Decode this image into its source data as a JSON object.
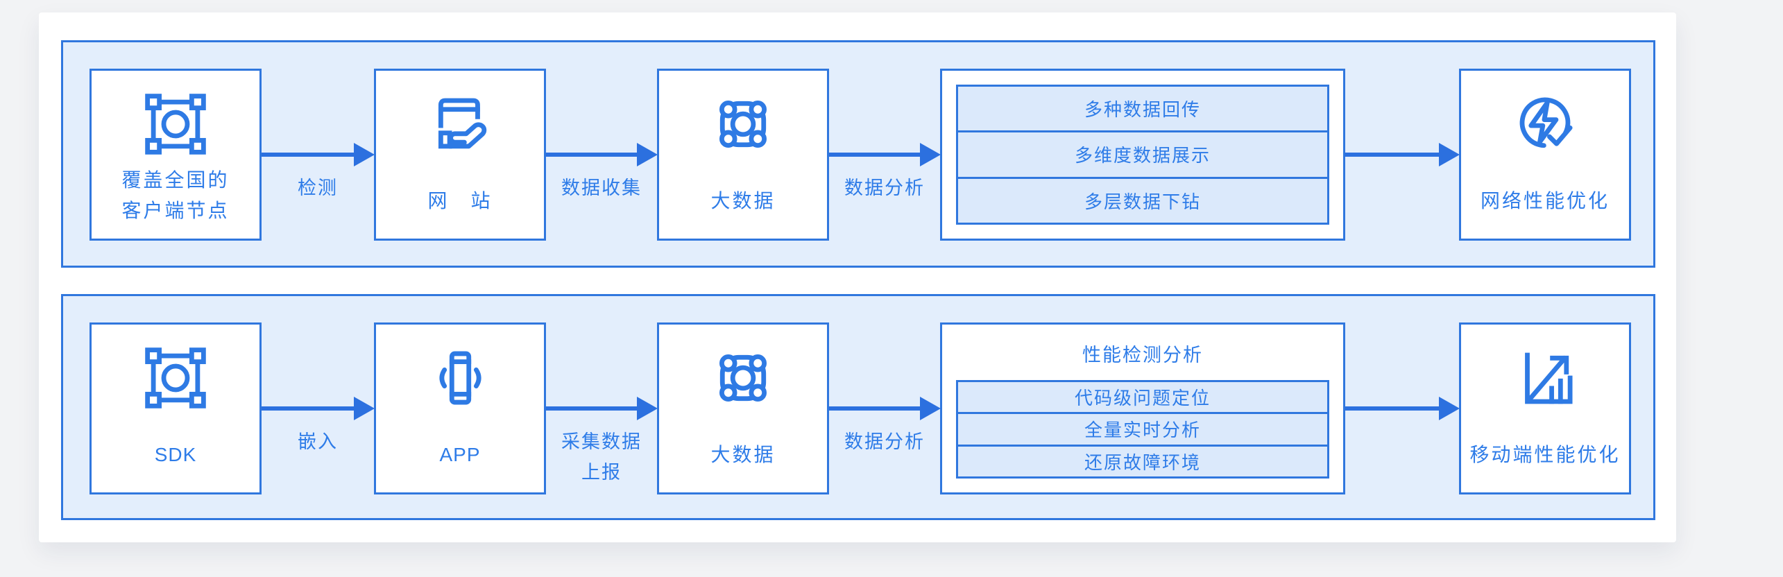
{
  "colors": {
    "accent_border": "#3077de",
    "arrow": "#2c70df",
    "text": "#2e7ce8",
    "panel_bg": "#e3eefc",
    "list_row_bg": "#dbe9fb",
    "card_bg": "#ffffff",
    "page_bg": "#f2f3f5"
  },
  "icons": {
    "flow1_box1": "node-select-icon",
    "flow1_box2": "website-hand-icon",
    "flow1_box3": "bigdata-cluster-icon",
    "flow1_box5": "flash-check-icon",
    "flow2_box1": "node-select-icon",
    "flow2_box2": "phone-vibrate-icon",
    "flow2_box3": "bigdata-cluster-icon",
    "flow2_box5": "chart-up-icon"
  },
  "flow1": {
    "box1_line1": "覆盖全国的",
    "box1_line2": "客户端节点",
    "arrow1_label": "检测",
    "box2_label": "网　站",
    "arrow2_label": "数据收集",
    "box3_label": "大数据",
    "arrow3_label": "数据分析",
    "box4_rows": [
      "多种数据回传",
      "多维度数据展示",
      "多层数据下钻"
    ],
    "box5_label": "网络性能优化"
  },
  "flow2": {
    "box1_label": "SDK",
    "arrow1_label": "嵌入",
    "box2_label": "APP",
    "arrow2_line1": "采集数据",
    "arrow2_line2": "上报",
    "box3_label": "大数据",
    "arrow3_label": "数据分析",
    "box4_title": "性能检测分析",
    "box4_rows": [
      "代码级问题定位",
      "全量实时分析",
      "还原故障环境"
    ],
    "box5_label": "移动端性能优化"
  }
}
